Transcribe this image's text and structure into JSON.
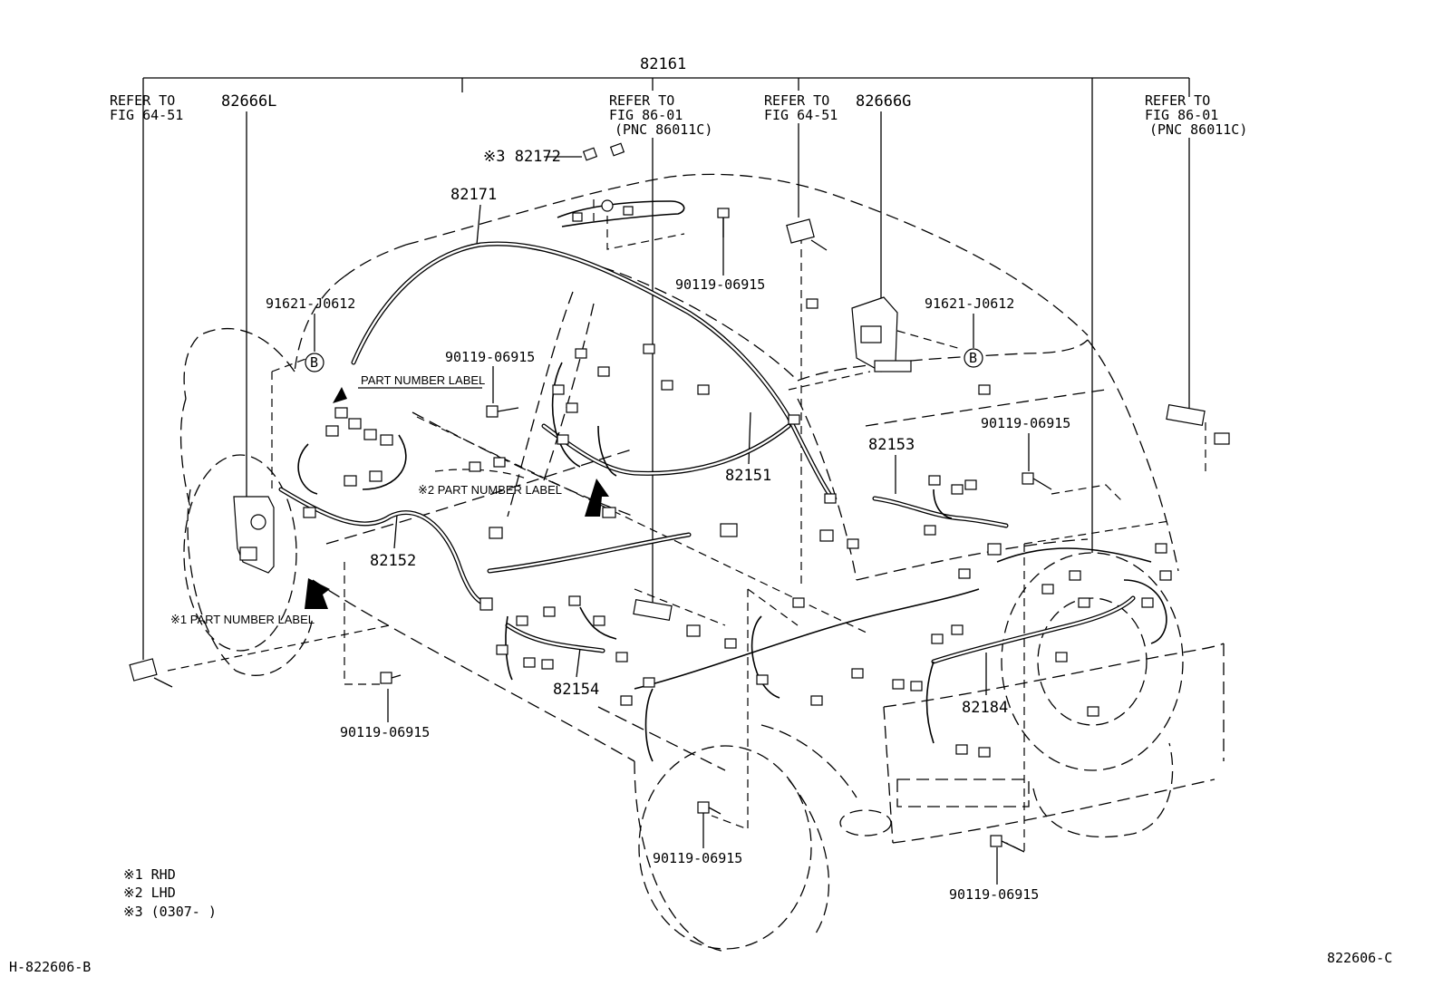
{
  "diagram": {
    "header_part": "82161",
    "callouts": {
      "refer_left": [
        "REFER TO",
        "FIG 64-51"
      ],
      "part_82666L": "82666L",
      "refer_mid1": [
        "REFER TO",
        "FIG 86-01",
        "(PNC 86011C)"
      ],
      "refer_mid2": [
        "REFER TO",
        "FIG 64-51"
      ],
      "part_82666G": "82666G",
      "refer_right": [
        "REFER TO",
        "FIG 86-01",
        "(PNC 86011C)"
      ],
      "part_82172": "※3 82172",
      "part_82171": "82171",
      "bolt_top": "90119-06915",
      "clip_left": "91621-J0612",
      "clip_right": "91621-J0612",
      "bolt_left_mid": "90119-06915",
      "part_number_label_top": "PART NUMBER LABEL",
      "part_number_label_2": "※2  PART NUMBER LABEL",
      "part_82151": "82151",
      "part_82153": "82153",
      "bolt_right_mid": "90119-06915",
      "part_82152": "82152",
      "part_number_label_1": "※1  PART NUMBER LABEL",
      "part_82154": "82154",
      "part_82184": "82184",
      "bolt_bottom_left": "90119-06915",
      "bolt_bottom_mid": "90119-06915",
      "bolt_bottom_right": "90119-06915",
      "circle_b": "B"
    },
    "legend": [
      "※1 RHD",
      "※2 LHD",
      "※3 (0307-      )"
    ],
    "figure_id_left": "H-822606-B",
    "figure_id_right": "822606-C"
  }
}
